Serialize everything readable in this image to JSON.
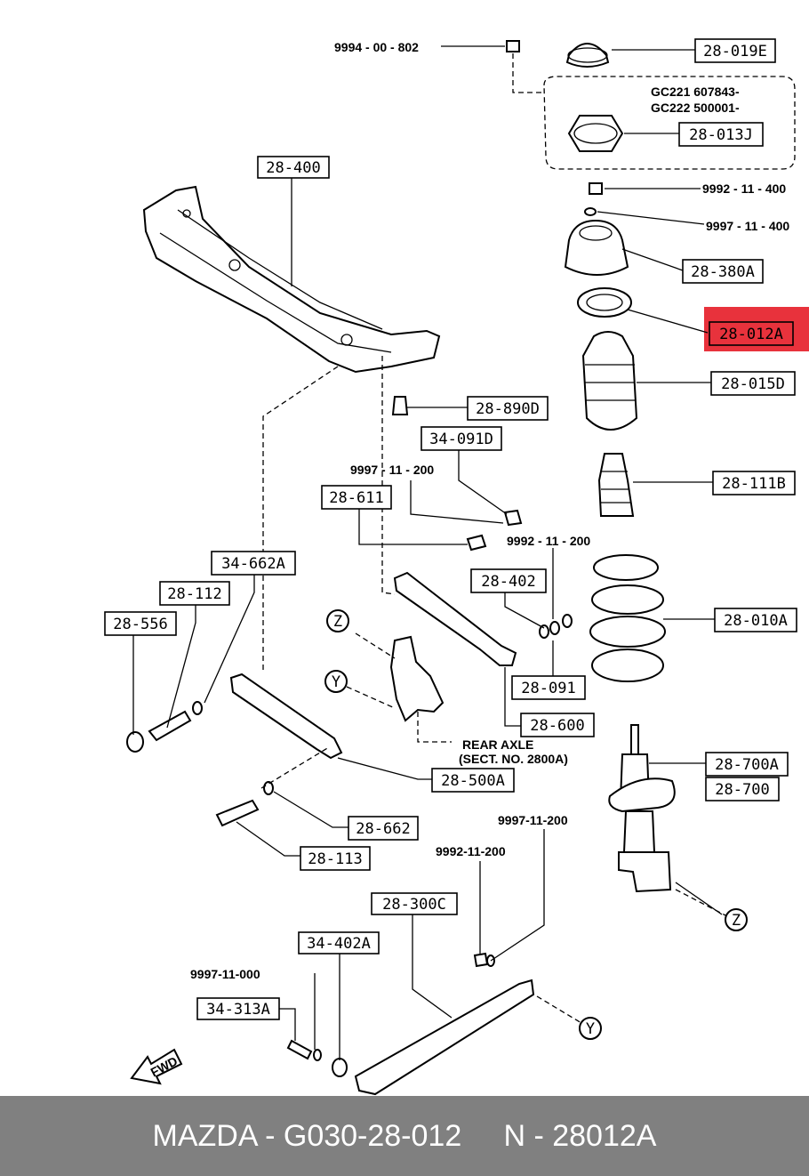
{
  "callouts": {
    "c01": "28-019E",
    "c02": "28-013J",
    "c03": "28-380A",
    "c04": "28-012A",
    "c05": "28-015D",
    "c06": "28-111B",
    "c07": "28-010A",
    "c08": "28-700A",
    "c09": "28-700",
    "c10": "28-400",
    "c11": "28-890D",
    "c12": "34-091D",
    "c13": "28-611",
    "c14": "34-662A",
    "c15": "28-112",
    "c16": "28-556",
    "c17": "28-402",
    "c18": "28-091",
    "c19": "28-600",
    "c20": "28-500A",
    "c21": "28-662",
    "c22": "28-113",
    "c23": "28-300C",
    "c24": "34-402A",
    "c25": "34-313A"
  },
  "part_numbers": {
    "p01": "9994 - 00 - 802",
    "p02": "9992 - 11 - 400",
    "p03": "9997 - 11 - 400",
    "p04": "9997 - 11 - 200",
    "p05": "9992 - 11 - 200",
    "p06": "9997-11-200",
    "p07": "9992-11-200",
    "p08": "9997-11-000"
  },
  "serials": {
    "s1": "GC221 607843-",
    "s2": "GC222 500001-"
  },
  "refs": {
    "z": "Z",
    "y": "Y"
  },
  "notes": {
    "rear_axle_1": "REAR AXLE",
    "rear_axle_2": "(SECT. NO. 2800A)",
    "fwd": "FWD"
  },
  "highlight_color": "#e8323c",
  "footer": {
    "text": "MAZDA - G030-28-012     N - 28012A"
  }
}
